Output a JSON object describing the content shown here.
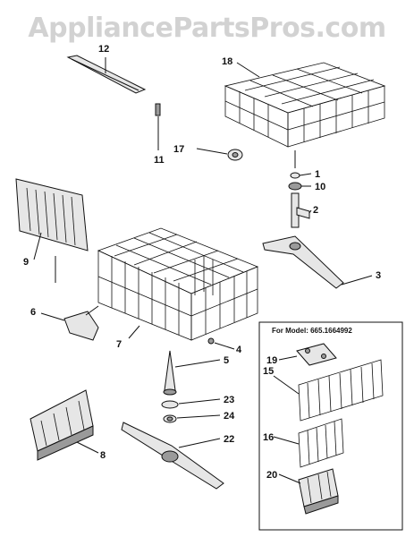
{
  "watermark": "AppliancePartsPros.com",
  "inset_title": "For Model: 665.1664992",
  "callouts": [
    {
      "id": "c1",
      "text": "1"
    },
    {
      "id": "c2",
      "text": "2"
    },
    {
      "id": "c3",
      "text": "3"
    },
    {
      "id": "c4",
      "text": "4"
    },
    {
      "id": "c5",
      "text": "5"
    },
    {
      "id": "c6",
      "text": "6"
    },
    {
      "id": "c7",
      "text": "7"
    },
    {
      "id": "c8",
      "text": "8"
    },
    {
      "id": "c9",
      "text": "9"
    },
    {
      "id": "c10",
      "text": "10"
    },
    {
      "id": "c11",
      "text": "11"
    },
    {
      "id": "c12",
      "text": "12"
    },
    {
      "id": "c15",
      "text": "15"
    },
    {
      "id": "c16",
      "text": "16"
    },
    {
      "id": "c17",
      "text": "17"
    },
    {
      "id": "c18",
      "text": "18"
    },
    {
      "id": "c19",
      "text": "19"
    },
    {
      "id": "c20",
      "text": "20"
    },
    {
      "id": "c22",
      "text": "22"
    },
    {
      "id": "c23",
      "text": "23"
    },
    {
      "id": "c24",
      "text": "24"
    }
  ]
}
